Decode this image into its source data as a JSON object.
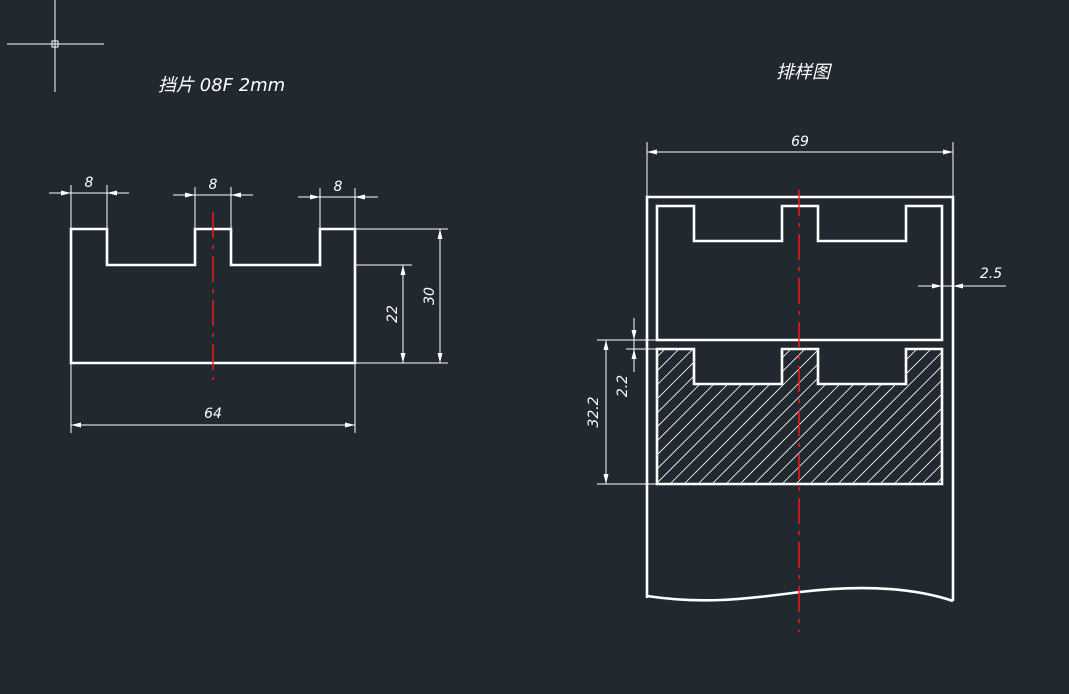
{
  "part_drawing": {
    "title": "挡片 08F 2mm",
    "dims": {
      "slot_left": "8",
      "slot_mid": "8",
      "slot_right": "8",
      "height_inner": "22",
      "height_total": "30",
      "width_total": "64"
    }
  },
  "layout_drawing": {
    "title": "排样图",
    "dims": {
      "strip_width": "69",
      "edge_margin": "2.5",
      "pitch_gap": "2.2",
      "step": "32.2"
    }
  },
  "colors": {
    "background": "#212830",
    "object_line": "#ffffff",
    "center_line": "#ff1a1a"
  }
}
